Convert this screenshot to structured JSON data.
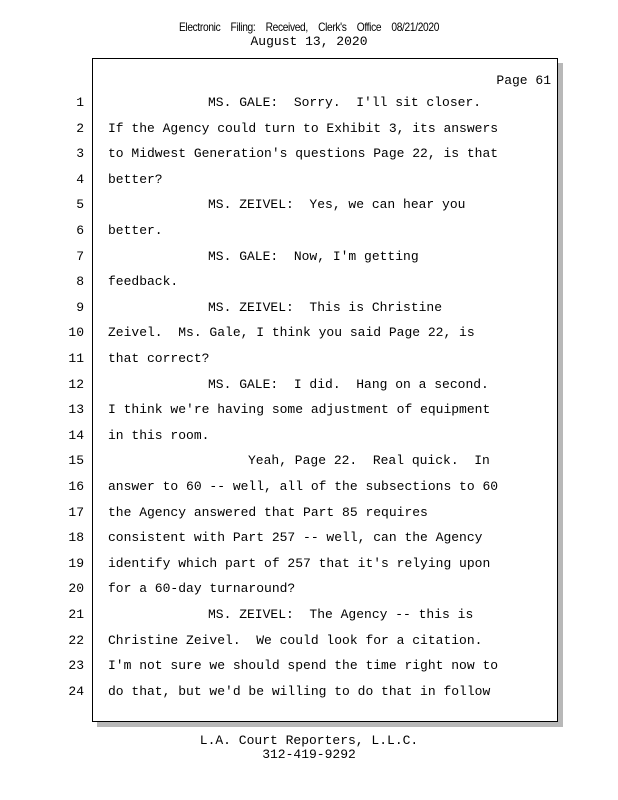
{
  "header": {
    "filing": [
      "Electronic",
      "Filing:",
      "Received,",
      "Clerk's",
      "Office",
      "08/21/2020"
    ],
    "date": "August 13, 2020"
  },
  "page_label": "Page 61",
  "lines": [
    "MS. GALE:  Sorry.  I'll sit closer.",
    "If the Agency could turn to Exhibit 3, its answers",
    "to Midwest Generation's questions Page 22, is that",
    "better?",
    "MS. ZEIVEL:  Yes, we can hear you",
    "better.",
    "MS. GALE:  Now, I'm getting",
    "feedback.",
    "MS. ZEIVEL:  This is Christine",
    "Zeivel.  Ms. Gale, I think you said Page 22, is",
    "that correct?",
    "MS. GALE:  I did.  Hang on a second.",
    "I think we're having some adjustment of equipment",
    "in this room.",
    "Yeah, Page 22.  Real quick.  In",
    "answer to 60 -- well, all of the subsections to 60",
    "the Agency answered that Part 85 requires",
    "consistent with Part 257 -- well, can the Agency",
    "identify which part of 257 that it's relying upon",
    "for a 60-day turnaround?",
    "MS. ZEIVEL:  The Agency -- this is",
    "Christine Zeivel.  We could look for a citation.",
    "I'm not sure we should spend the time right now to",
    "do that, but we'd be willing to do that in follow"
  ],
  "line_numbers": [
    "1",
    "2",
    "3",
    "4",
    "5",
    "6",
    "7",
    "8",
    "9",
    "10",
    "11",
    "12",
    "13",
    "14",
    "15",
    "16",
    "17",
    "18",
    "19",
    "20",
    "21",
    "22",
    "23",
    "24"
  ],
  "footer": {
    "company": "L.A. Court Reporters, L.L.C.",
    "phone": "312-419-9292"
  }
}
